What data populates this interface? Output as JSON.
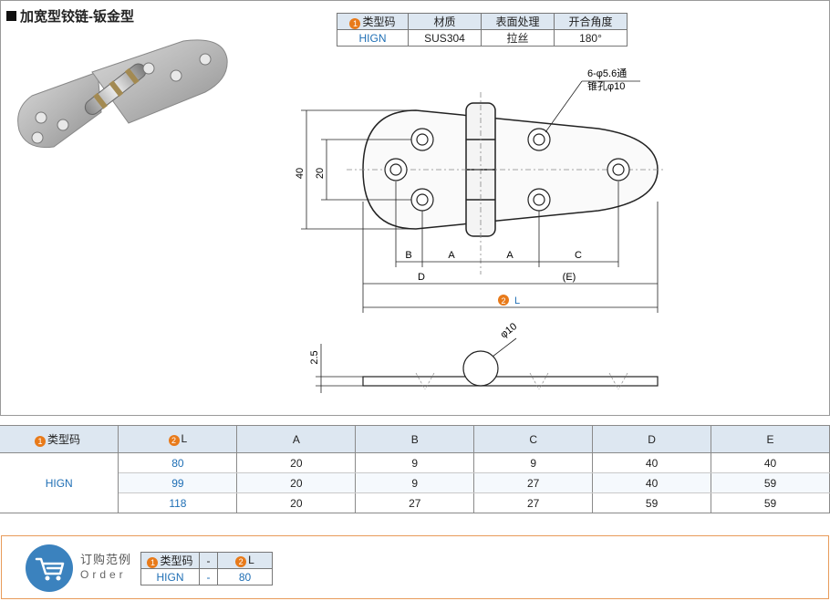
{
  "title": "加宽型铰链-钣金型",
  "spec_table": {
    "headers": [
      "类型码",
      "材质",
      "表面处理",
      "开合角度"
    ],
    "badge1": "1",
    "row": [
      "HIGN",
      "SUS304",
      "拉丝",
      "180°"
    ]
  },
  "drawing": {
    "hole_note_line1": "6-φ5.6通",
    "hole_note_line2": "锥孔φ10",
    "dim_40": "40",
    "dim_20": "20",
    "dim_B": "B",
    "dim_A1": "A",
    "dim_A2": "A",
    "dim_C": "C",
    "dim_D": "D",
    "dim_E": "(E)",
    "dim_L_badge": "2",
    "dim_L": "L",
    "dim_25": "2.5",
    "dim_phi10": "φ10"
  },
  "dim_table": {
    "headers": [
      "类型码",
      "L",
      "A",
      "B",
      "C",
      "D",
      "E"
    ],
    "badge1": "1",
    "badge2": "2",
    "model": "HIGN",
    "rows": [
      [
        "80",
        "20",
        "9",
        "9",
        "40",
        "40"
      ],
      [
        "99",
        "20",
        "9",
        "27",
        "40",
        "59"
      ],
      [
        "118",
        "20",
        "27",
        "27",
        "59",
        "59"
      ]
    ]
  },
  "order": {
    "title": "订购范例",
    "subtitle": "Order",
    "header": [
      "类型码",
      "-",
      "L"
    ],
    "badge1": "1",
    "badge2": "2",
    "values": [
      "HIGN",
      "-",
      "80"
    ]
  },
  "colors": {
    "accent_blue": "#1f6fb5",
    "badge_orange": "#e87a1a",
    "header_bg": "#dde7f1",
    "icon_blue": "#3b82be"
  },
  "icons": [
    "cart-icon"
  ]
}
